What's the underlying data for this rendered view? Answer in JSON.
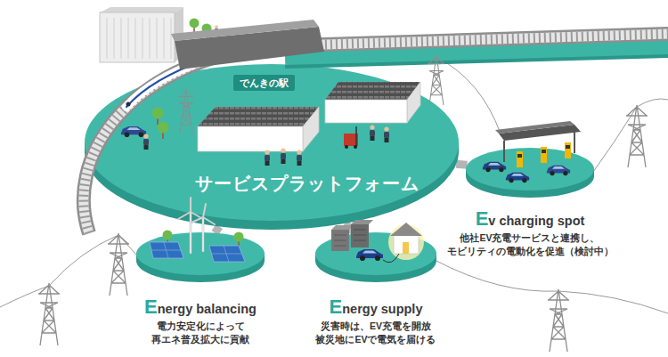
{
  "diagram": {
    "nodes": [
      {
        "text": [
          "サービスプラットフォーム"
        ]
      },
      {
        "text": [
          "でんきの駅"
        ],
        "in": 0
      },
      {
        "text": [
          "Energy balancing",
          "電力安定化によって 再エネ普及拡大に貢献"
        ]
      },
      {
        "text": [
          "Energy supply",
          "災害時は、EV充電を開放 被災地にEVで電気を届ける"
        ]
      },
      {
        "text": [
          "Ev charging spot",
          "他社EV充電サービスと連携し、 モビリティの電動化を促進（検討中）"
        ]
      }
    ],
    "edges": [
      {
        "from": 0,
        "to": 2,
        "arrow": "none"
      },
      {
        "from": 0,
        "to": 3,
        "arrow": "none"
      },
      {
        "from": 0,
        "to": 4,
        "arrow": "none"
      }
    ]
  }
}
